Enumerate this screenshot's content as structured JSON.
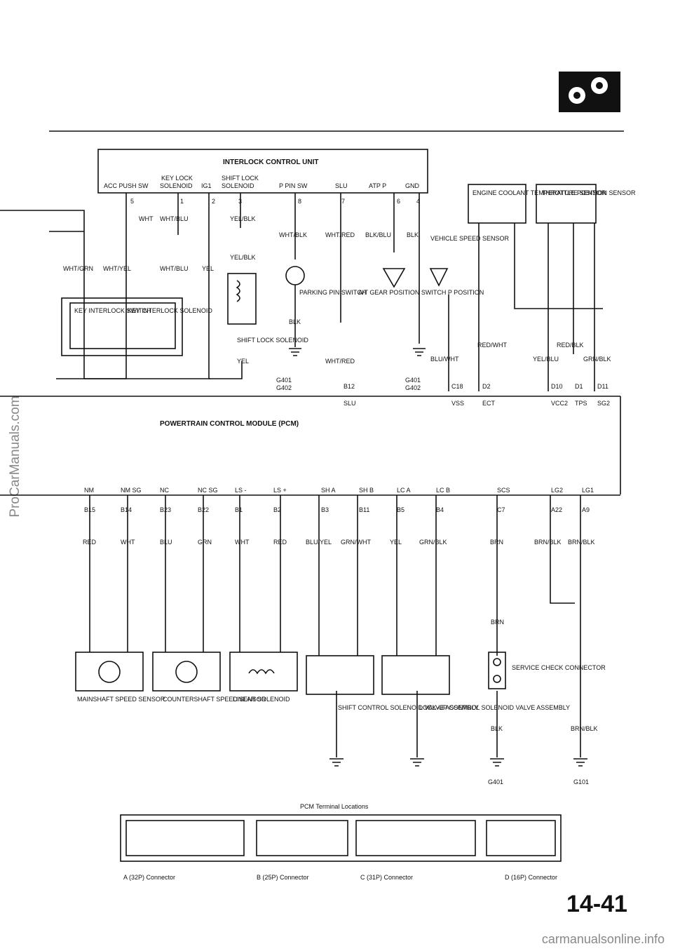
{
  "watermark_side": "ProCarManuals.com",
  "watermark_bottom": "carmanualsonline.info",
  "page_number": "14-41",
  "icu": {
    "title": "INTERLOCK CONTROL UNIT",
    "headers": [
      "ACC PUSH SW",
      "KEY LOCK",
      "SOLENOID",
      "IG1",
      "SHIFT LOCK",
      "SOLENOID",
      "P PIN SW",
      "SLU",
      "ATP P",
      "GND"
    ],
    "pins": [
      "5",
      "1",
      "2",
      "3",
      "8",
      "7",
      "6",
      "4"
    ]
  },
  "pcm_title": "POWERTRAIN CONTROL MODULE (PCM)",
  "components": {
    "key_interlock_switch": "KEY INTERLOCK SWITCH",
    "key_interlock_solenoid": "KEY INTERLOCK SOLENOID",
    "shift_lock_solenoid": "SHIFT LOCK SOLENOID",
    "parking_pin_switch": "PARKING PIN SWITCH",
    "at_gear_switch": "A/T GEAR POSITION SWITCH P POSITION",
    "vehicle_speed_sensor": "VEHICLE SPEED SENSOR",
    "ect_sensor": "ENGINE COOLANT TEMPERATURE SENSOR",
    "tps_sensor": "THROTTLE POSITION SENSOR",
    "mainshaft": "MAINSHAFT SPEED SENSOR",
    "countershaft": "COUNTERSHAFT SPEED SENSOR",
    "linear_solenoid": "LINEAR SOLENOID",
    "shift_control": "SHIFT CONTROL SOLENOID VALVE ASSEMBLY",
    "lockup_control": "LOCK-UP CONTROL SOLENOID VALVE ASSEMBLY",
    "service_check": "SERVICE CHECK CONNECTOR"
  },
  "pcm_terminals_top": [
    {
      "sig": "SLU",
      "pin": "B12"
    },
    {
      "sig": "VSS",
      "pin": "C18"
    },
    {
      "sig": "ECT",
      "pin": "D2"
    },
    {
      "sig": "VCC2",
      "pin": "D10"
    },
    {
      "sig": "TPS",
      "pin": "D1"
    },
    {
      "sig": "SG2",
      "pin": "D11"
    }
  ],
  "pcm_terminals_bottom": [
    {
      "sig": "NM",
      "pin": "B15",
      "wire": "RED"
    },
    {
      "sig": "NM SG",
      "pin": "B14",
      "wire": "WHT"
    },
    {
      "sig": "NC",
      "pin": "B23",
      "wire": "BLU"
    },
    {
      "sig": "NC SG",
      "pin": "B22",
      "wire": "GRN"
    },
    {
      "sig": "LS -",
      "pin": "B1",
      "wire": "WHT"
    },
    {
      "sig": "LS +",
      "pin": "B2",
      "wire": "RED"
    },
    {
      "sig": "SH A",
      "pin": "B3",
      "wire": "BLU/YEL"
    },
    {
      "sig": "SH B",
      "pin": "B11",
      "wire": "GRN/WHT"
    },
    {
      "sig": "LC A",
      "pin": "B5",
      "wire": "YEL"
    },
    {
      "sig": "LC B",
      "pin": "B4",
      "wire": "GRN/BLK"
    },
    {
      "sig": "SCS",
      "pin": "C7",
      "wire": "BRN"
    },
    {
      "sig": "LG2",
      "pin": "A22",
      "wire": "BRN/BLK"
    },
    {
      "sig": "LG1",
      "pin": "A9",
      "wire": "BRN/BLK"
    }
  ],
  "wires": {
    "wht": "WHT",
    "wht_blu": "WHT/BLU",
    "yel_blk": "YEL/BLK",
    "wht_blk": "WHT/BLK",
    "wht_red": "WHT/RED",
    "blk_blu": "BLK/BLU",
    "blk": "BLK",
    "wht_grn": "WHT/GRN",
    "wht_yel": "WHT/YEL",
    "yel": "YEL",
    "red_wht": "RED/WHT",
    "blu_wht": "BLU/WHT",
    "yel_blu": "YEL/BLU",
    "red_blk": "RED/BLK",
    "grn_blk": "GRN/BLK",
    "brn_blk": "BRN/BLK",
    "brn": "BRN"
  },
  "grounds": {
    "g401": "G401",
    "g402": "G402",
    "g101": "G101"
  },
  "pcm_locations": {
    "title": "PCM Terminal Locations",
    "a": "A (32P) Connector",
    "b": "B (25P) Connector",
    "c": "C (31P) Connector",
    "d": "D (16P) Connector"
  }
}
